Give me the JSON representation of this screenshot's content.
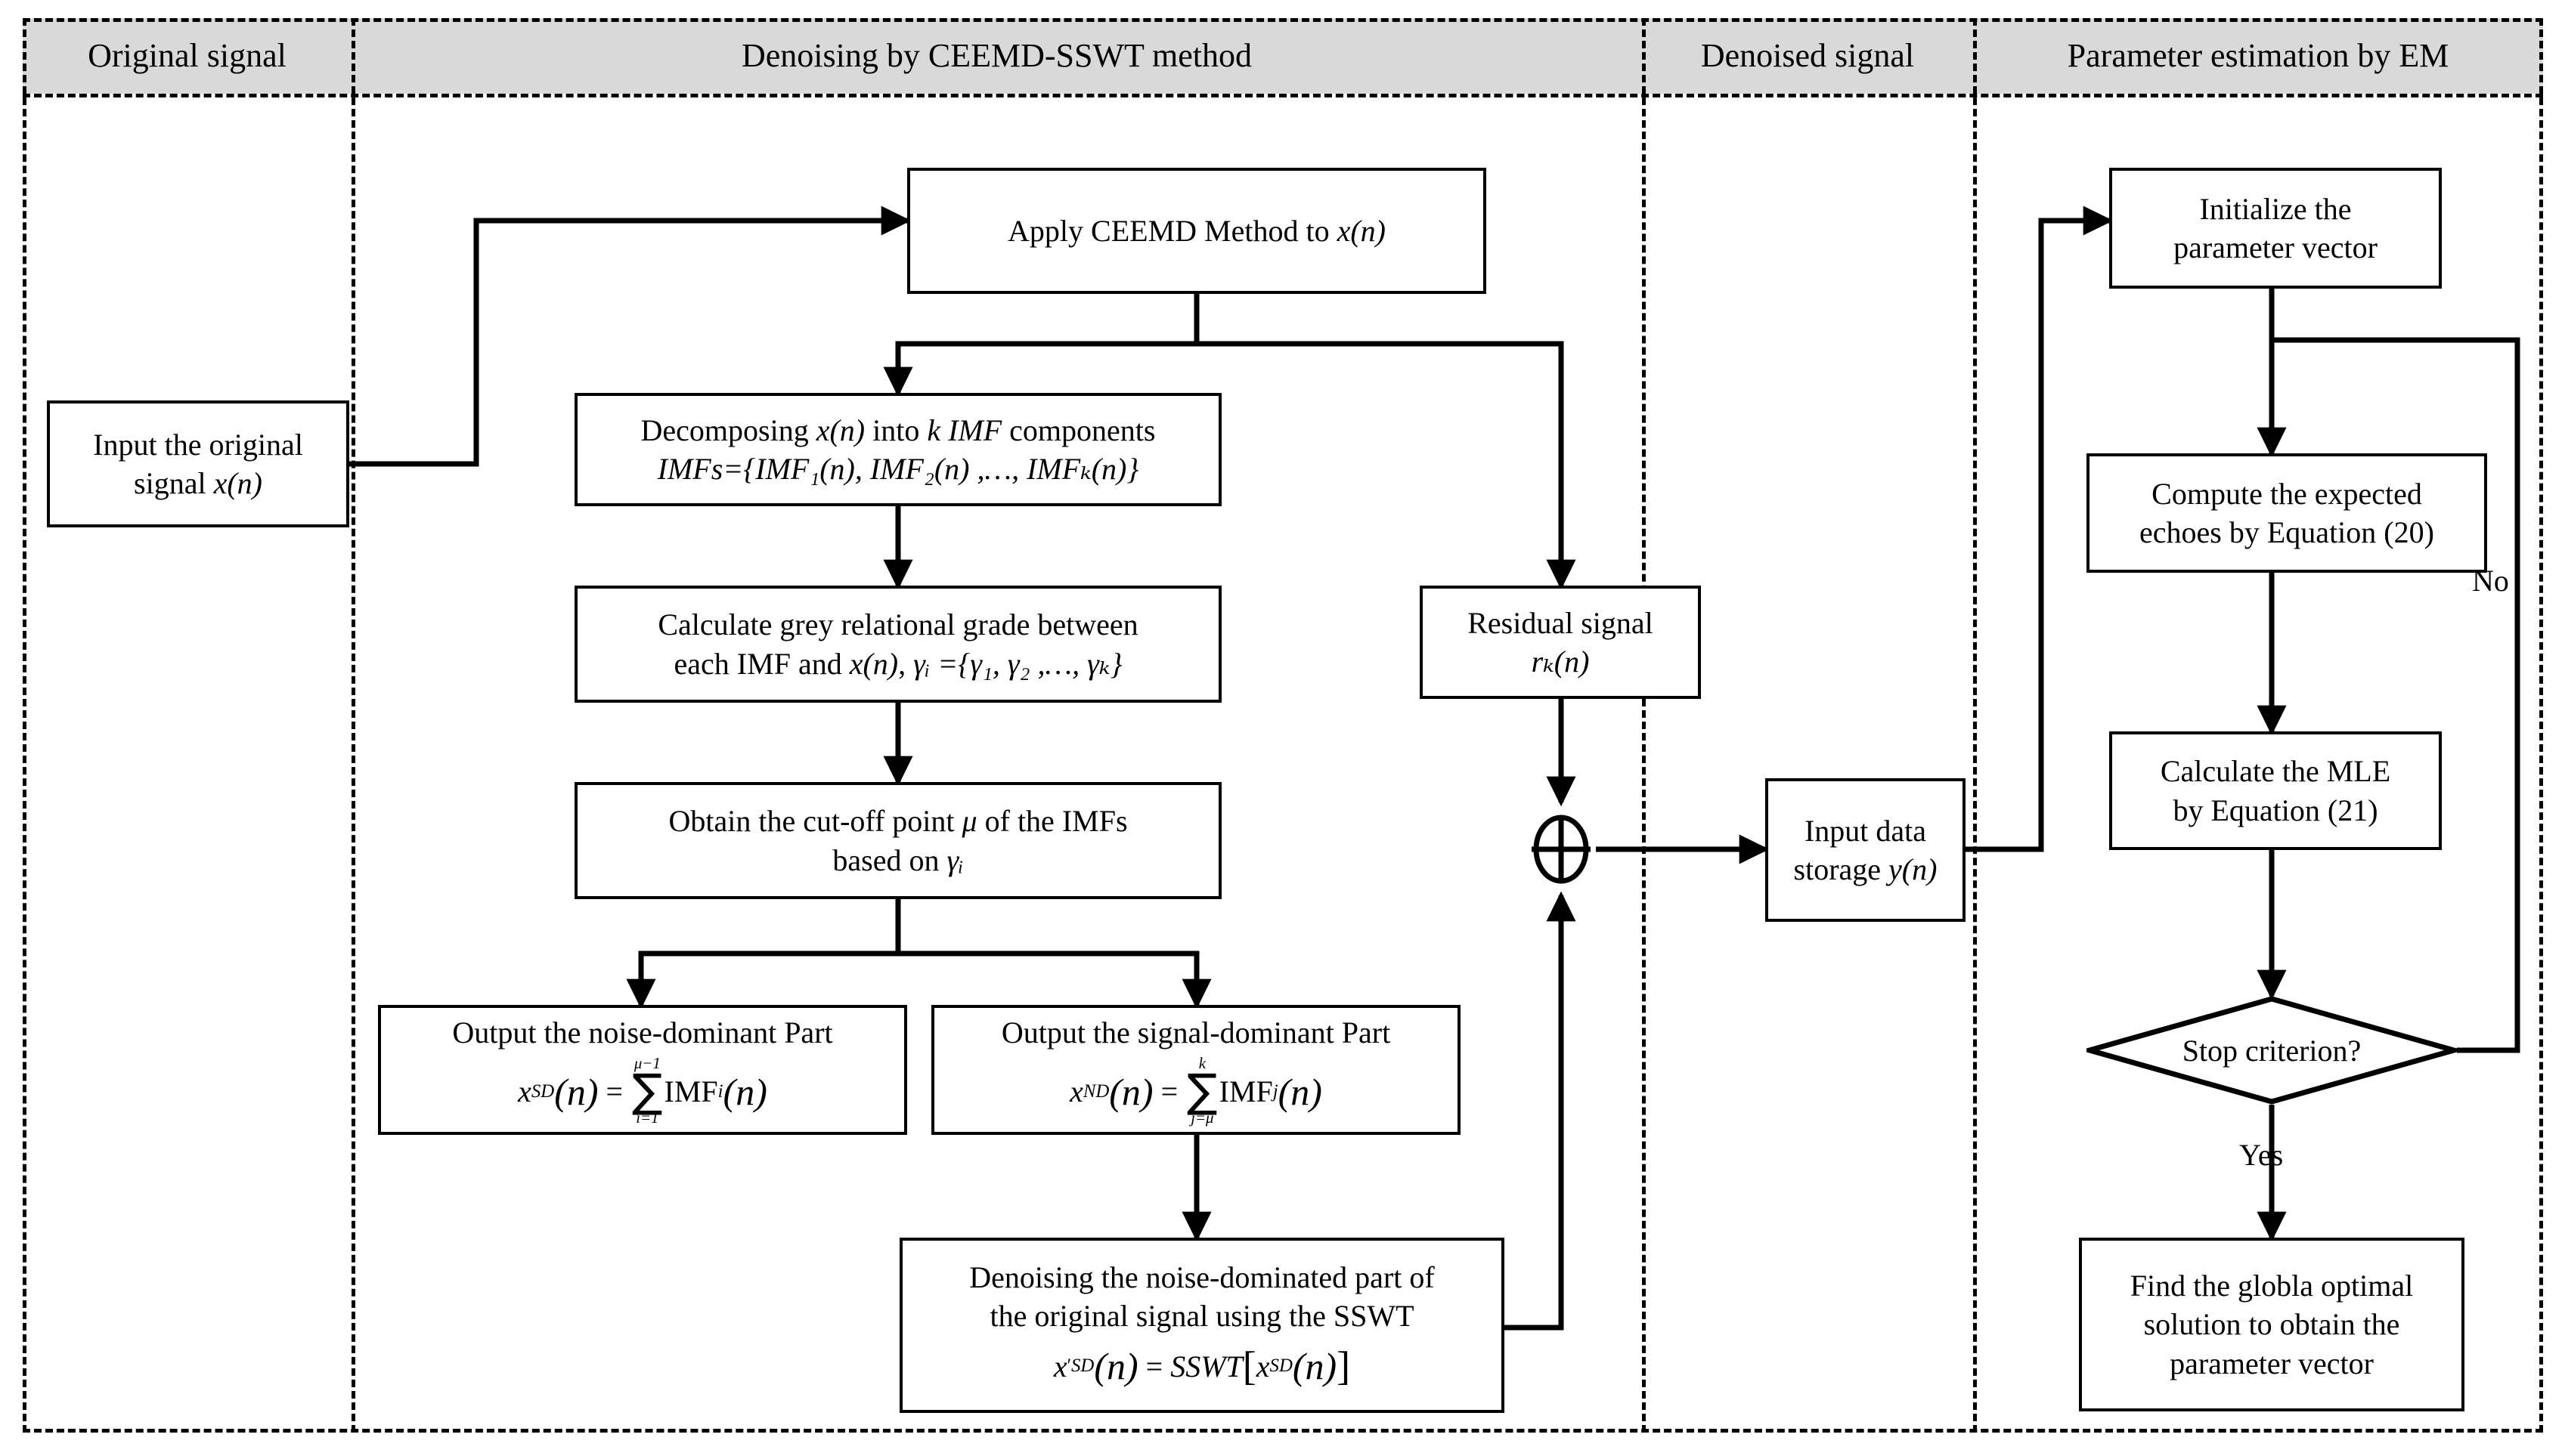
{
  "lanes": [
    {
      "id": "original-signal",
      "title": "Original signal"
    },
    {
      "id": "denoising",
      "title": "Denoising by CEEMD-SSWT method"
    },
    {
      "id": "denoised-signal",
      "title": "Denoised signal"
    },
    {
      "id": "parameter-estimation",
      "title": "Parameter estimation by EM"
    }
  ],
  "nodes": {
    "input_signal": {
      "line1": "Input the original",
      "line2_a": "signal ",
      "line2_b": "x(n)"
    },
    "apply_ceemd": {
      "text_a": "Apply CEEMD Method  to ",
      "text_b": "x(n)"
    },
    "decompose": {
      "line1_a": "Decomposing ",
      "line1_b": "x(n)",
      "line1_c": " into ",
      "line1_d": "k IMF",
      "line1_e": " components",
      "line2": "IMFs={IMF₁(n), IMF₂(n) ,…, IMFₖ(n)}"
    },
    "grey_grade": {
      "line1": "Calculate grey relational grade between",
      "line2_a": "each IMF and ",
      "line2_b": "x(n)",
      "line2_c": ", ",
      "line2_d": "γᵢ ={γ₁, γ₂ ,…, γₖ}"
    },
    "cutoff": {
      "line1_a": "Obtain the cut-off point ",
      "line1_b": "μ",
      "line1_c": " of the IMFs",
      "line2_a": "based on ",
      "line2_b": "γᵢ"
    },
    "noise_dominant": {
      "title": "Output the noise-dominant Part",
      "lhs": "x",
      "lhs_sub": "SD",
      "arg": "(n)",
      "eq": "=",
      "sum_upper": "μ−1",
      "sum_lower": "i=1",
      "term": "IMF",
      "term_sub": "i",
      "term_arg": "(n)"
    },
    "signal_dominant": {
      "title": "Output the signal-dominant Part",
      "lhs": "x",
      "lhs_sub": "ND",
      "arg": "(n)",
      "eq": "=",
      "sum_upper": "k",
      "sum_lower": "j=μ",
      "term": "IMF",
      "term_sub": "j",
      "term_arg": "(n)"
    },
    "sswt_denoise": {
      "line1": "Denoising the noise-dominated part of",
      "line2": "the original signal using the SSWT",
      "lhs": "x",
      "lhs_prime": "′",
      "lhs_sub": "SD",
      "arg": "(n)",
      "eq": "=",
      "op": "SSWT",
      "inner": "x",
      "inner_sub": "SD",
      "inner_arg": "(n)"
    },
    "residual": {
      "line1": "Residual signal",
      "line2": "rₖ(n)"
    },
    "input_storage": {
      "line1": "Input data",
      "line2_a": "storage ",
      "line2_b": "y(n)"
    },
    "sum_operator": {
      "symbol": "⊕"
    },
    "init_param": {
      "line1": "Initialize the",
      "line2": "parameter vector"
    },
    "compute_echoes": {
      "line1": "Compute the expected",
      "line2": "echoes by Equation (20)"
    },
    "calc_mle": {
      "line1": "Calculate the MLE",
      "line2": "by Equation (21)"
    },
    "stop_criterion": {
      "text": "Stop criterion?"
    },
    "find_optimal": {
      "line1": "Find the globla optimal",
      "line2": "solution to obtain the",
      "line3": "parameter vector"
    }
  },
  "edge_labels": {
    "no": "No",
    "yes": "Yes"
  },
  "colors": {
    "band_fill": "#d9d9d9",
    "stroke": "#000000",
    "page": "#ffffff"
  }
}
